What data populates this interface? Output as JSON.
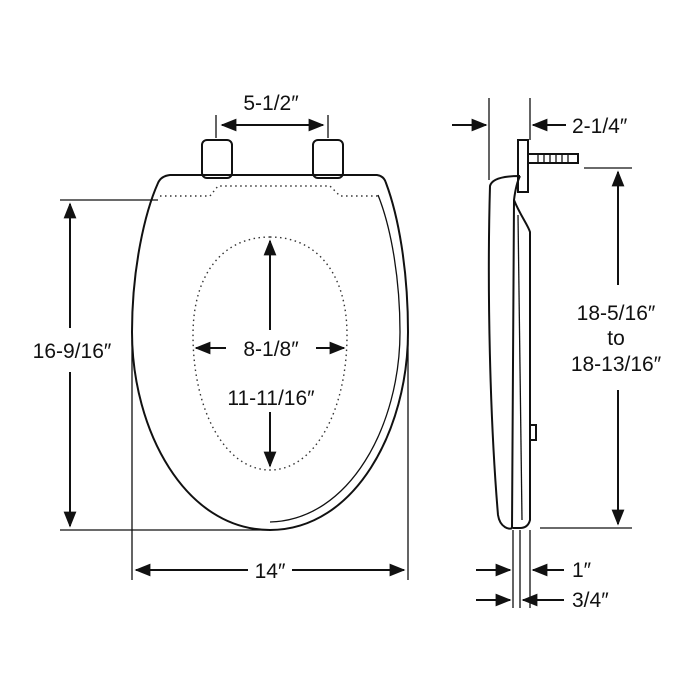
{
  "dimensions": {
    "hinge_spacing": "5-1/2″",
    "seat_length": "16-9/16″",
    "opening_width": "8-1/8″",
    "opening_length": "11-11/16″",
    "seat_width": "14″",
    "hinge_offset": "2-1/4″",
    "bolt_to_front_line1": "18-5/16″",
    "bolt_to_front_line2": "to",
    "bolt_to_front_line3": "18-13/16″",
    "seat_thickness": "1″",
    "lid_thickness": "3/4″"
  }
}
